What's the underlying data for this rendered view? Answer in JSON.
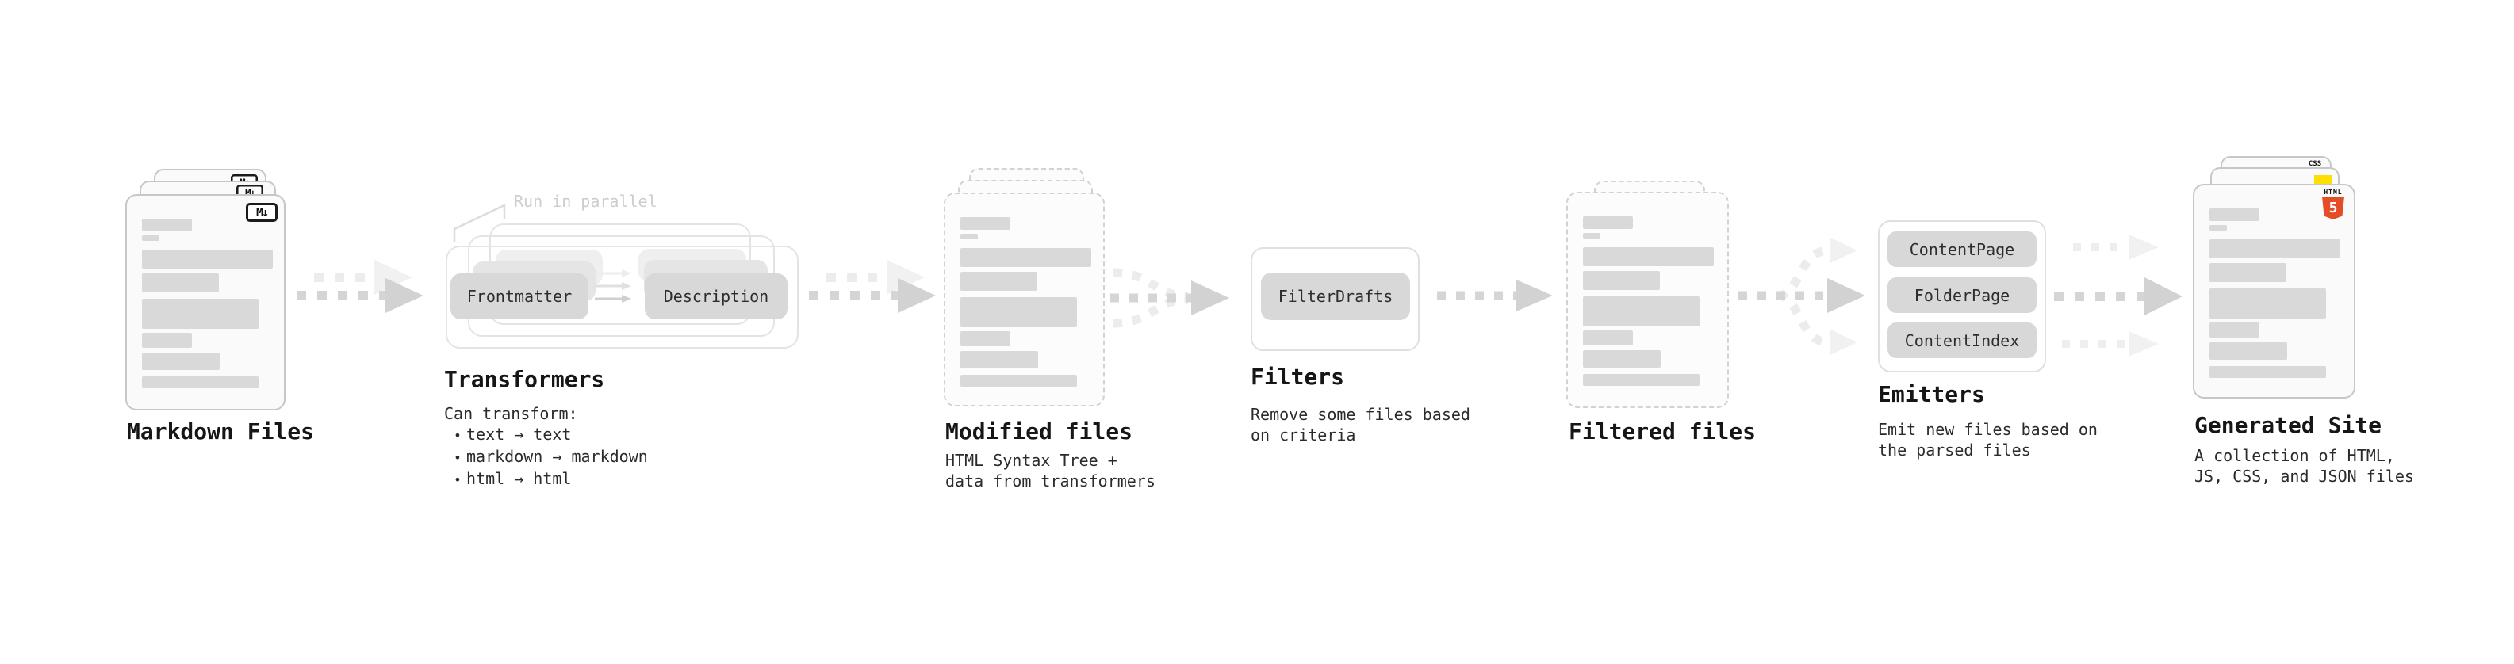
{
  "diagram": {
    "annotation": {
      "run_in_parallel": "Run in parallel"
    },
    "stages": {
      "markdown": {
        "label": "Markdown Files"
      },
      "transformers": {
        "label": "Transformers",
        "caption_title": "Can transform:",
        "bullet_char": "•",
        "bullets": [
          "text → text",
          "markdown → markdown",
          "html → html"
        ],
        "pills": {
          "frontmatter": "Frontmatter",
          "description": "Description"
        }
      },
      "modified": {
        "label": "Modified files",
        "caption": "HTML Syntax Tree +\ndata from transformers"
      },
      "filters": {
        "label": "Filters",
        "caption": "Remove some files based\non criteria",
        "pill": "FilterDrafts"
      },
      "filtered": {
        "label": "Filtered files"
      },
      "emitters": {
        "label": "Emitters",
        "caption": "Emit new files based on\nthe parsed files",
        "pills": [
          "ContentPage",
          "FolderPage",
          "ContentIndex"
        ]
      },
      "generated": {
        "label": "Generated Site",
        "caption": "A collection of HTML,\nJS, CSS, and JSON files"
      }
    },
    "icons": {
      "markdown_badge": "M↓",
      "css_label": "CSS",
      "html5_word": "HTML",
      "html5_numeral": "5"
    },
    "colors": {
      "html5_orange": "#e44d26",
      "js_yellow": "#ffdf00",
      "css_blue": "#2862e9",
      "skeleton_bar_gray": "#d9d9d9",
      "arrow_gray": "#d2d2d2",
      "annotation_gray": "#cdcdcd"
    }
  }
}
